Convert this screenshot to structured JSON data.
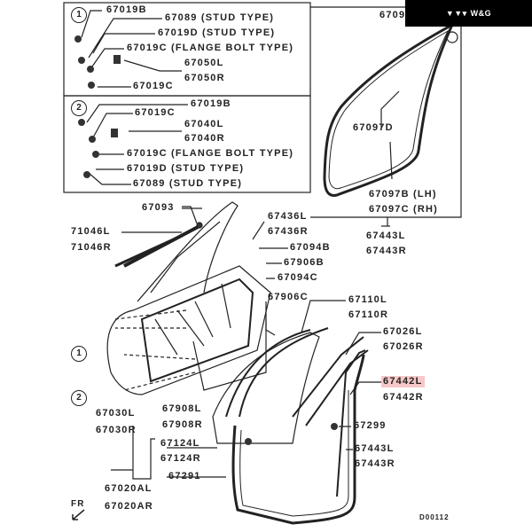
{
  "logo": {
    "text": "W&G",
    "icon": "triangles-logo-icon"
  },
  "inset_1": {
    "callout": "1",
    "labels": [
      "67019B",
      "67089 (STUD TYPE)",
      "67019D (STUD TYPE)",
      "67019C (FLANGE BOLT TYPE)",
      "67050L",
      "67050R",
      "67019C"
    ]
  },
  "inset_2": {
    "callout": "2",
    "labels": [
      "67019B",
      "67019C",
      "67040L",
      "67040R",
      "67019C (FLANGE BOLT TYPE)",
      "67019D (STUD TYPE)",
      "67089 (STUD TYPE)"
    ]
  },
  "inset_glass": {
    "labels": [
      "6709",
      "67097D",
      "67097B (LH)",
      "67097C (RH)",
      "67443L",
      "67443R"
    ]
  },
  "main": {
    "callouts": [
      "1",
      "2"
    ],
    "labels": [
      "67093",
      "71046L",
      "71046R",
      "67436L",
      "67436R",
      "67094B",
      "67906B",
      "67094C",
      "67906C",
      "67030L",
      "67030R",
      "67908L",
      "67908R",
      "67124L",
      "67124R",
      "67291",
      "67020AL",
      "67020AR",
      "67110L",
      "67110R",
      "67026L",
      "67026R",
      "67442L",
      "67442R",
      "67299",
      "67443L",
      "67443R"
    ],
    "direction": "FR",
    "diagram_code": "D00112",
    "highlighted_part": "67442L",
    "highlight_color": "#f6c8c8"
  }
}
